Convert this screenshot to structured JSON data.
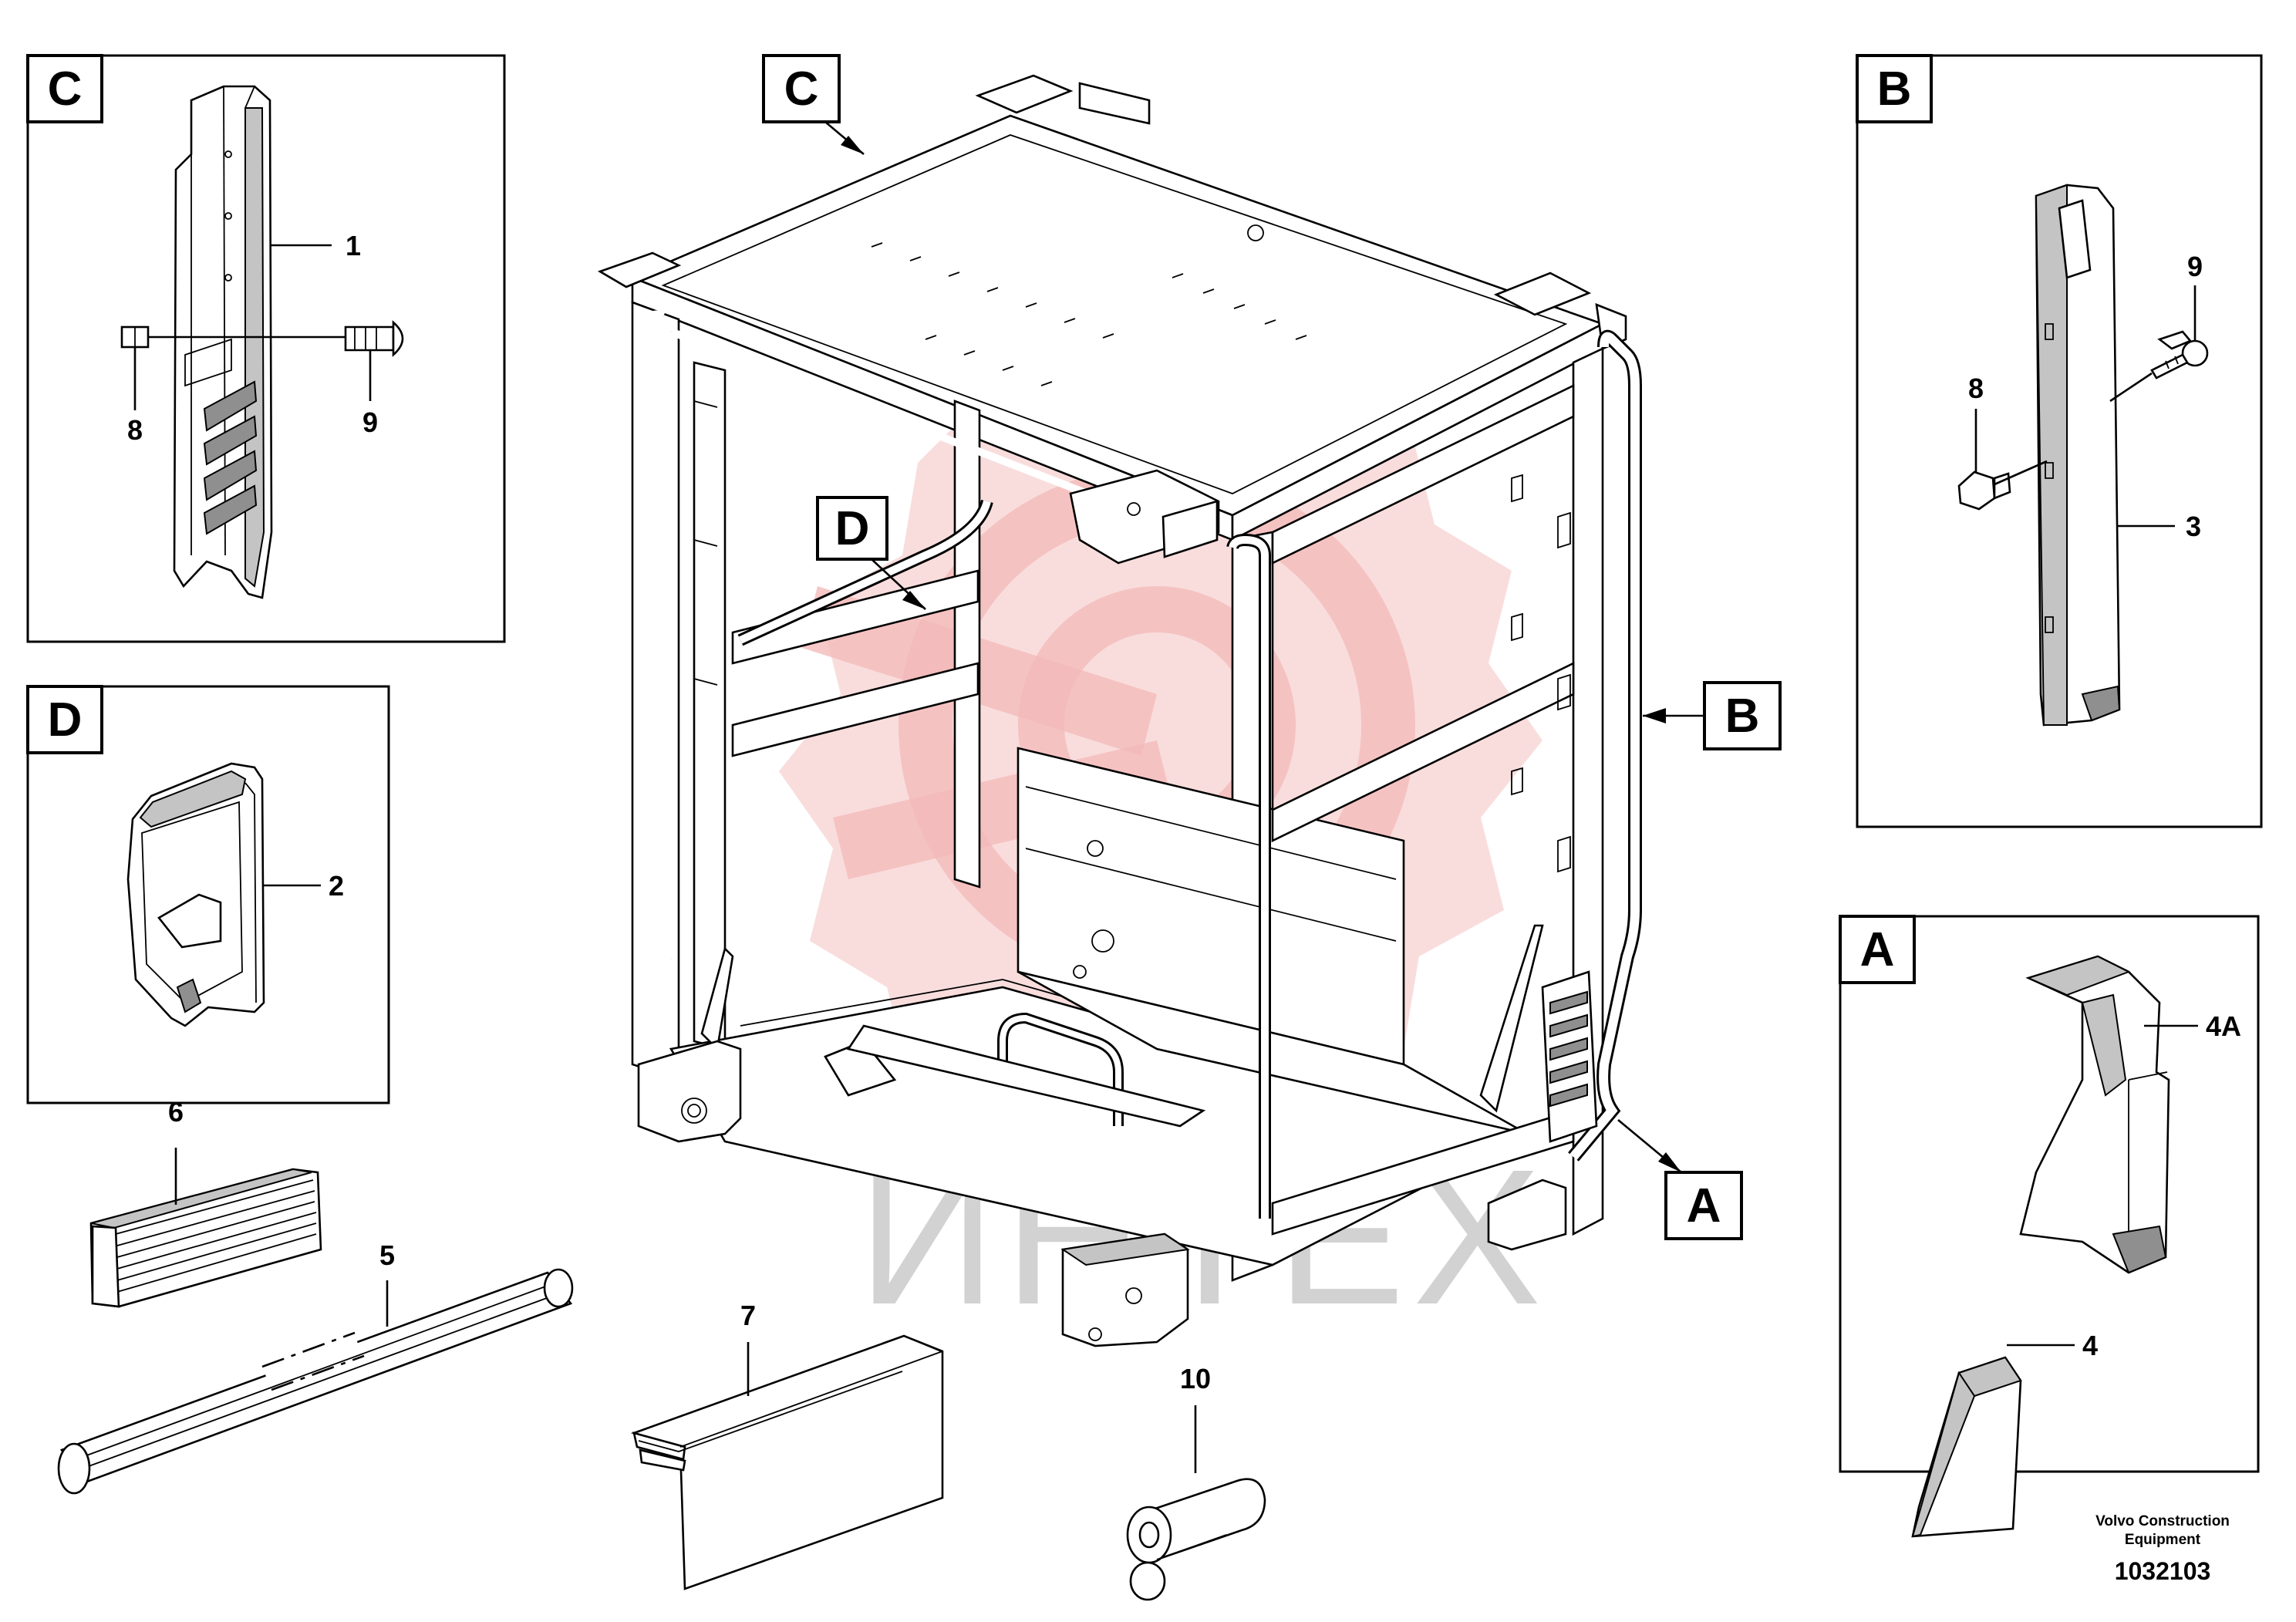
{
  "detail_labels": {
    "c_box": "C",
    "c_main": "C",
    "d_box": "D",
    "d_main": "D",
    "b_box": "B",
    "b_main": "B",
    "a_box": "A",
    "a_main": "A"
  },
  "part_numbers": {
    "p1": "1",
    "p8c": "8",
    "p9c": "9",
    "p2": "2",
    "p6": "6",
    "p5": "5",
    "p7": "7",
    "p10": "10",
    "p9b": "9",
    "p8b": "8",
    "p3": "3",
    "p4a": "4A",
    "p4": "4"
  },
  "footer": {
    "line1": "Volvo Construction",
    "line2": "Equipment",
    "doc_number": "1032103"
  },
  "watermark": {
    "text": "ИНТЕХ",
    "logo_color": "#f6c5c5"
  },
  "icons": {
    "watermark_logo": "gear-logo-icon"
  }
}
